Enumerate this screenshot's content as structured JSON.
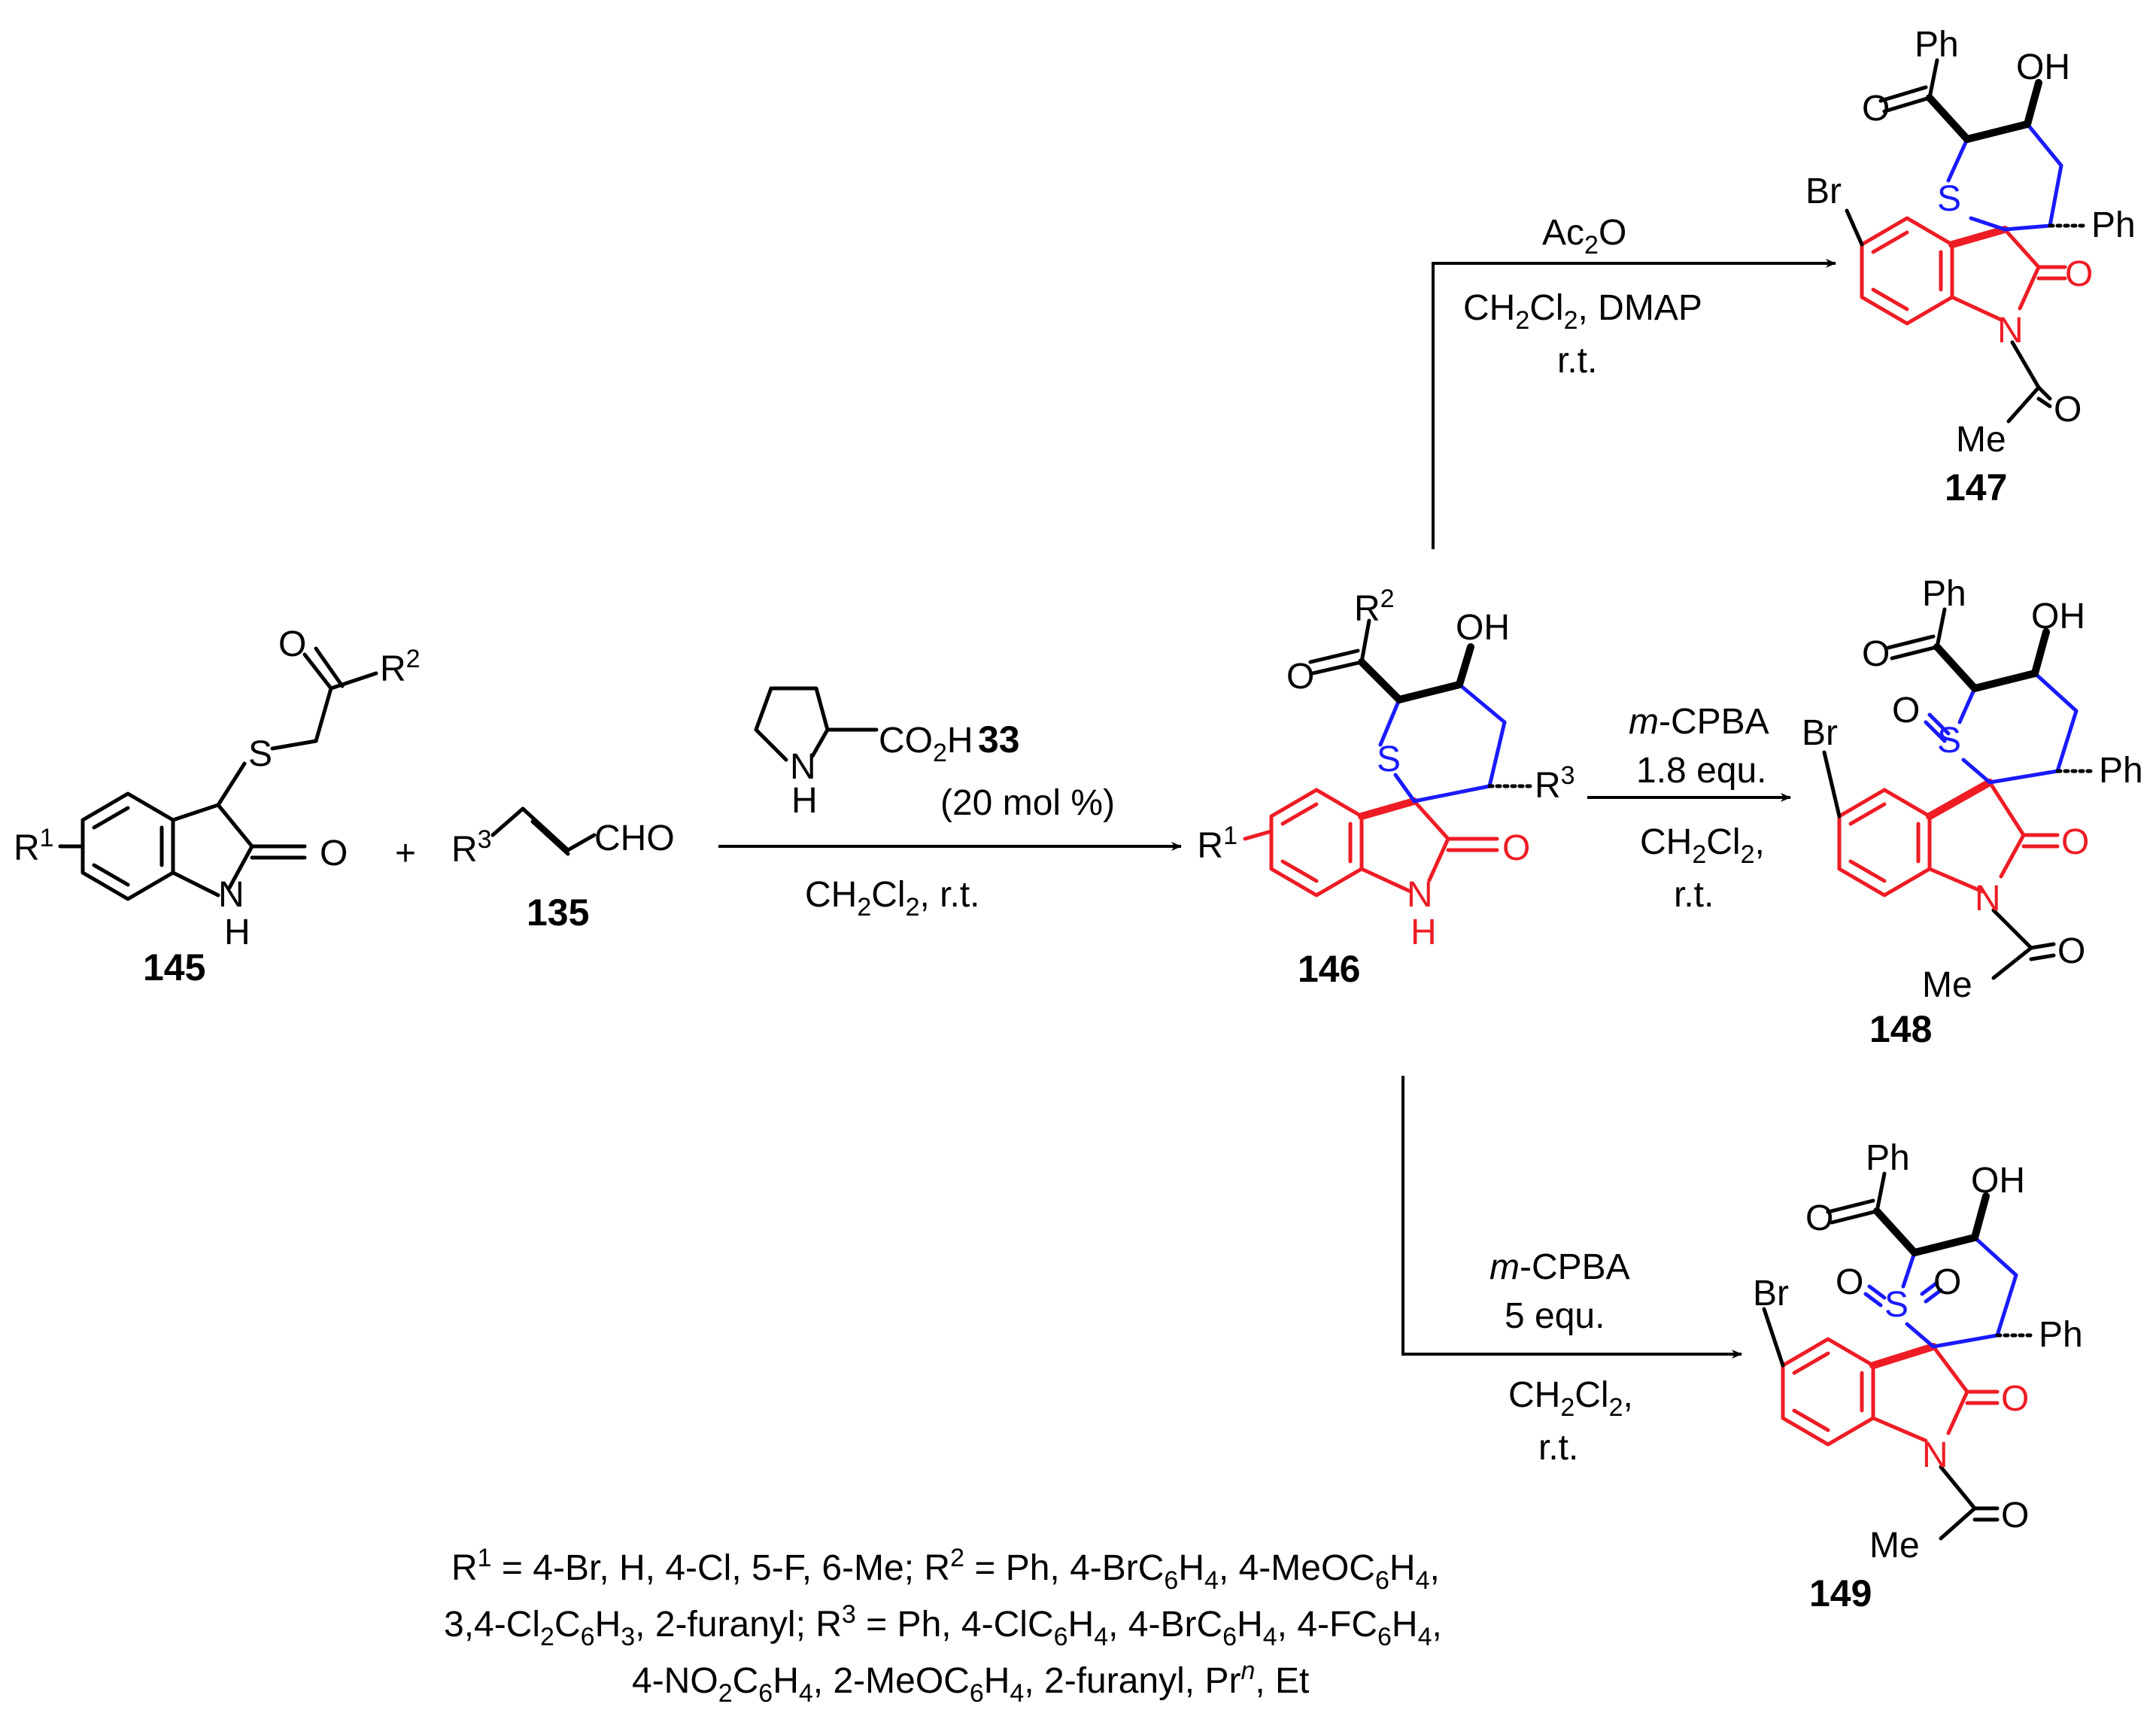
{
  "compounds": {
    "c145": {
      "id": "145",
      "r1": "R",
      "r1_sup": "1",
      "r2": "R",
      "r2_sup": "2",
      "o": "O",
      "s": "S",
      "nh_n": "N",
      "nh_h": "H"
    },
    "c135": {
      "id": "135",
      "r3": "R",
      "r3_sup": "3",
      "cho": "CHO"
    },
    "c33": {
      "id": "33",
      "co2h_a": "CO",
      "co2h_sub": "2",
      "co2h_b": "H",
      "nh_n": "N",
      "nh_h": "H",
      "loading": "(20 mol %)"
    },
    "c146": {
      "id": "146",
      "r1": "R",
      "r1_sup": "1",
      "r2": "R",
      "r2_sup": "2",
      "r3": "R",
      "r3_sup": "3",
      "oh": "OH",
      "o": "O",
      "s": "S",
      "nh_n": "N",
      "nh_h": "H"
    },
    "c147": {
      "id": "147",
      "ph_top": "Ph",
      "oh": "OH",
      "br": "Br",
      "s": "S",
      "ph_right": "Ph",
      "o_acyl": "O",
      "o_lactam": "O",
      "n": "N",
      "o_acetyl": "O",
      "me": "Me"
    },
    "c148": {
      "id": "148",
      "ph_top": "Ph",
      "oh": "OH",
      "br": "Br",
      "so": "O",
      "s": "S",
      "ph_right": "Ph",
      "o_acyl": "O",
      "o_lactam": "O",
      "n": "N",
      "o_acetyl": "O",
      "me": "Me"
    },
    "c149": {
      "id": "149",
      "ph_top": "Ph",
      "oh": "OH",
      "br": "Br",
      "so_left": "O",
      "s": "S",
      "so_right": "O",
      "ph_right": "Ph",
      "o_acyl": "O",
      "o_lactam": "O",
      "n": "N",
      "o_acetyl": "O",
      "me": "Me"
    },
    "plus": "+"
  },
  "arrows": {
    "main": {
      "below_a": "CH",
      "below_sub1": "2",
      "below_b": "Cl",
      "below_sub2": "2",
      "below_c": ", r.t."
    },
    "to147": {
      "above_a": "Ac",
      "above_sub": "2",
      "above_b": "O",
      "line2_a": "CH",
      "line2_sub1": "2",
      "line2_b": "Cl",
      "line2_sub2": "2",
      "line2_c": ", DMAP",
      "line3": "r.t."
    },
    "to148": {
      "above1_italic": "m",
      "above1_rest": "-CPBA",
      "above2": "1.8 equ.",
      "below1_a": "CH",
      "below1_sub1": "2",
      "below1_b": "Cl",
      "below1_sub2": "2",
      "below1_c": ",",
      "below2": "r.t."
    },
    "to149": {
      "above1_italic": "m",
      "above1_rest": "-CPBA",
      "above2": "5 equ.",
      "below1_a": "CH",
      "below1_sub1": "2",
      "below1_b": "Cl",
      "below1_sub2": "2",
      "below1_c": ",",
      "below2": "r.t."
    }
  },
  "substituents": {
    "line1": {
      "a": "R",
      "a_sup": "1",
      "b": " = 4-Br, H, 4-Cl, 5-F, 6-Me; R",
      "b_sup": "2",
      "c": " = Ph, 4-BrC",
      "c_sub": "6",
      "d": "H",
      "d_sub": "4",
      "e": ", 4-MeOC",
      "e_sub": "6",
      "f": "H",
      "f_sub": "4",
      "g": ","
    },
    "line2": {
      "a": "3,4-Cl",
      "a_sub": "2",
      "b": "C",
      "b_sub": "6",
      "c": "H",
      "c_sub": "3",
      "d": ", 2-furanyl; R",
      "d_sup": "3",
      "e": " = Ph, 4-ClC",
      "e_sub": "6",
      "f": "H",
      "f_sub": "4",
      "g": ", 4-BrC",
      "g_sub": "6",
      "h": "H",
      "h_sub": "4",
      "i": ", 4-FC",
      "i_sub": "6",
      "j": "H",
      "j_sub": "4",
      "k": ","
    },
    "line3": {
      "a": "4-NO",
      "a_sub": "2",
      "b": "C",
      "b_sub": "6",
      "c": "H",
      "c_sub": "4",
      "d": ", 2-MeOC",
      "d_sub": "6",
      "e": "H",
      "e_sub": "4",
      "f": ", 2-furanyl, Pr",
      "f_sup": "n",
      "g": ", Et"
    }
  },
  "colors": {
    "oxindole": "#ee1c24",
    "thiopyran": "#1a1aff",
    "default": "#000000"
  }
}
